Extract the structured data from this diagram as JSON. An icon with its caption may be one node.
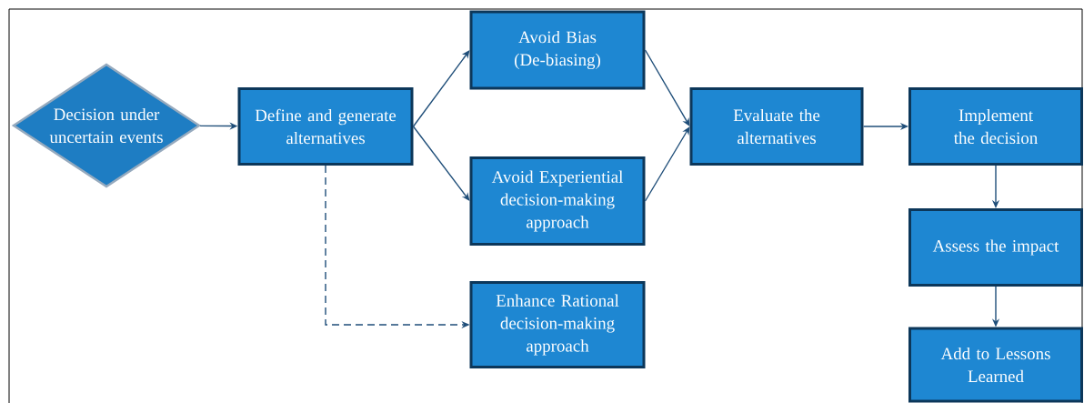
{
  "diagram": {
    "nodes": [
      {
        "text": [
          "Decision under uncertain events"
        ]
      },
      {
        "text": [
          "Define and generate alternatives"
        ]
      },
      {
        "text": [
          "Avoid Bias (De-biasing)"
        ]
      },
      {
        "text": [
          "Avoid Experiential decision-making approach"
        ]
      },
      {
        "text": [
          "Enhance Rational decision-making approach"
        ]
      },
      {
        "text": [
          "Evaluate the alternatives"
        ]
      },
      {
        "text": [
          "Implement the decision"
        ]
      },
      {
        "text": [
          "Assess the impact"
        ]
      },
      {
        "text": [
          "Add to Lessons Learned"
        ]
      }
    ],
    "edges": [
      {
        "from": 0,
        "to": 1,
        "arrow": "to"
      },
      {
        "from": 1,
        "to": 2,
        "arrow": "to"
      },
      {
        "from": 1,
        "to": 3,
        "arrow": "to"
      },
      {
        "from": 1,
        "to": 4,
        "arrow": "to",
        "style": "dashed"
      },
      {
        "from": 2,
        "to": 5,
        "arrow": "to"
      },
      {
        "from": 3,
        "to": 5,
        "arrow": "to"
      },
      {
        "from": 5,
        "to": 6,
        "arrow": "to"
      },
      {
        "from": 6,
        "to": 7,
        "arrow": "to"
      },
      {
        "from": 7,
        "to": 8,
        "arrow": "to"
      }
    ]
  }
}
